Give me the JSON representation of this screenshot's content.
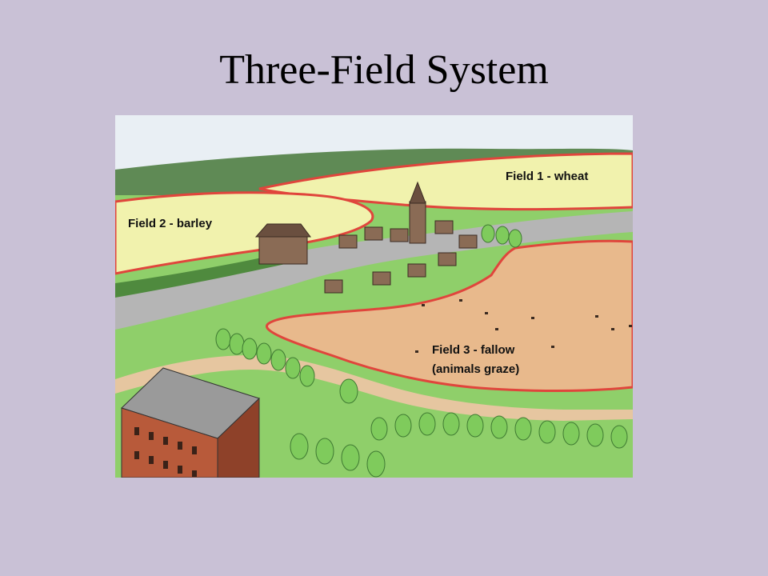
{
  "slide": {
    "title": "Three-Field System"
  },
  "illustration": {
    "fields": [
      {
        "label": "Field 1 - wheat",
        "color": "#f1f2ad"
      },
      {
        "label": "Field 2 - barley",
        "color": "#f1f2ad"
      },
      {
        "label_lines": [
          "Field 3 - fallow",
          "(animals graze)"
        ],
        "color": "#e8b98c"
      }
    ],
    "colors": {
      "field_border": "#e0453c",
      "grass": "#8fcf6a",
      "road": "#b5b5b5",
      "sky": "#e9eff4",
      "far_hill": "#5f8a55"
    }
  }
}
